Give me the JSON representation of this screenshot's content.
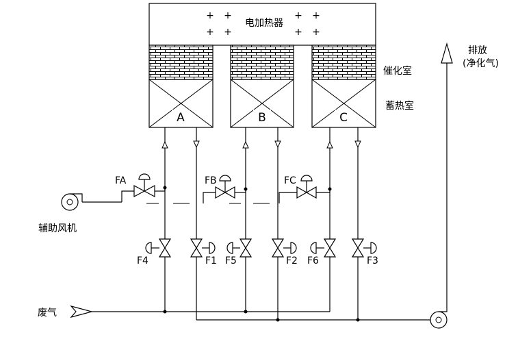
{
  "heater": {
    "label": "电加热器",
    "plus": "+"
  },
  "chambers": [
    {
      "id": "A"
    },
    {
      "id": "B"
    },
    {
      "id": "C"
    }
  ],
  "labels": {
    "catalytic": "催化室",
    "regenerative": "蓄热室",
    "exhaust_line1": "排放",
    "exhaust_line2": "(净化气)",
    "aux_fan": "辅助风机",
    "waste_gas": "废气"
  },
  "control_valves": [
    {
      "tag": "FA"
    },
    {
      "tag": "FB"
    },
    {
      "tag": "FC"
    }
  ],
  "valves": [
    {
      "tag": "F4"
    },
    {
      "tag": "F1"
    },
    {
      "tag": "F5"
    },
    {
      "tag": "F2"
    },
    {
      "tag": "F6"
    },
    {
      "tag": "F3"
    }
  ]
}
